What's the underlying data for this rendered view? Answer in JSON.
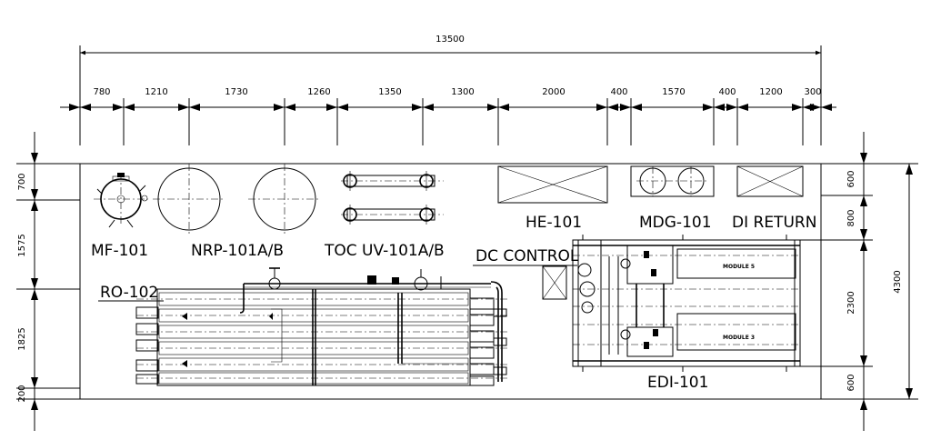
{
  "dimensions": {
    "overall": "13500",
    "segments": [
      "780",
      "1210",
      "1730",
      "1260",
      "1350",
      "1300",
      "2000",
      "400",
      "1570",
      "400",
      "1200",
      "300"
    ],
    "left": [
      "700",
      "1575",
      "1825",
      "200"
    ],
    "right": [
      "600",
      "800",
      "2300",
      "600"
    ],
    "right_overall": "4300"
  },
  "labels": {
    "mf": "MF-101",
    "nrp": "NRP-101A/B",
    "toc": "TOC UV-101A/B",
    "he": "HE-101",
    "mdg": "MDG-101",
    "di": "DI RETURN",
    "dc": "DC CONTROL",
    "ro": "RO-102",
    "edi": "EDI-101",
    "module5": "MODULE 5",
    "module3": "MODULE 3"
  }
}
